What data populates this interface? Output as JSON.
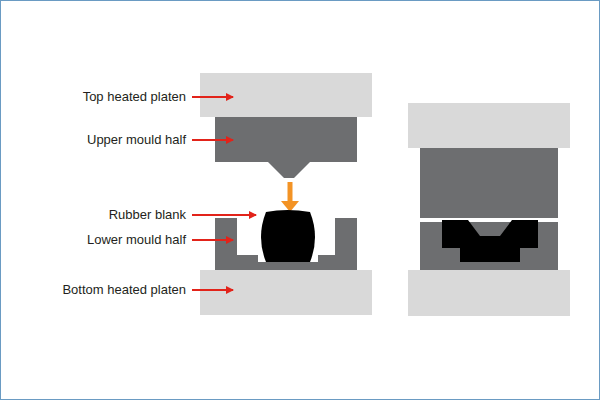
{
  "diagram": {
    "labels": [
      "Top heated platen",
      "Upper mould half",
      "Rubber blank",
      "Lower mould half",
      "Bottom heated platen"
    ]
  }
}
